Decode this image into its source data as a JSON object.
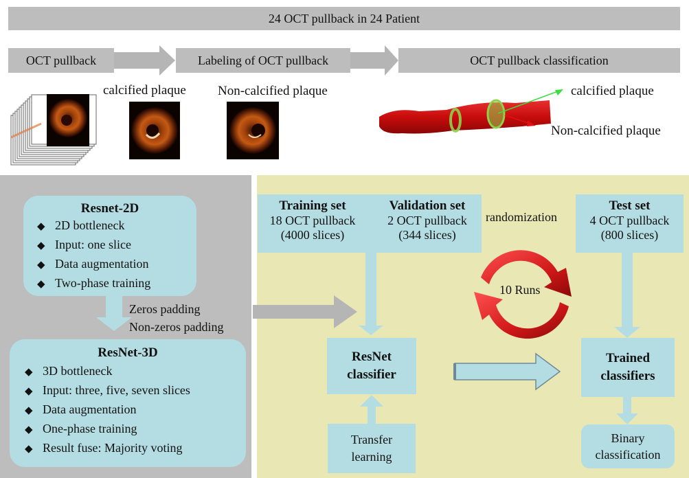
{
  "header": {
    "title": "24 OCT pullback in 24 Patient"
  },
  "pipeline": {
    "step1": "OCT pullback",
    "step2": "Labeling of OCT pullback",
    "step3": "OCT pullback classification"
  },
  "images": {
    "calcified_label": "calcified plaque",
    "noncalcified_label": "Non-calcified plaque",
    "vessel_calcified": "calcified plaque",
    "vessel_noncalcified": "Non-calcified plaque"
  },
  "resnet2d": {
    "title": "Resnet-2D",
    "items": [
      "2D bottleneck",
      "Input: one slice",
      "Data augmentation",
      "Two-phase training"
    ]
  },
  "padding": {
    "line1": "Zeros padding",
    "line2": "Non-zeros padding"
  },
  "resnet3d": {
    "title": "ResNet-3D",
    "items": [
      "3D bottleneck",
      "Input: three, five, seven slices",
      "Data augmentation",
      "One-phase training",
      "Result fuse: Majority voting"
    ]
  },
  "training": {
    "title": "Training set",
    "line1": "18 OCT pullback",
    "line2": "(4000 slices)"
  },
  "validation": {
    "title": "Validation set",
    "line1": "2 OCT pullback",
    "line2": "(344 slices)"
  },
  "randomization": "randomization",
  "test": {
    "title": "Test set",
    "line1": "4 OCT pullback",
    "line2": "(800 slices)"
  },
  "runs": "10 Runs",
  "classifier": {
    "line1": "ResNet",
    "line2": "classifier"
  },
  "transfer": {
    "line1": "Transfer",
    "line2": "learning"
  },
  "trained": {
    "line1": "Trained",
    "line2": "classifiers"
  },
  "binary": {
    "line1": "Binary",
    "line2": "classification"
  },
  "colors": {
    "gray_panel": "#bdbdbd",
    "yellow_panel": "#e9e8b5",
    "box_blue": "#b4dde3",
    "arrow_gray": "#b5b5b5",
    "runs_red": "#d01818",
    "vessel_red": "#cc1010",
    "ring_green": "#8fd24a"
  }
}
